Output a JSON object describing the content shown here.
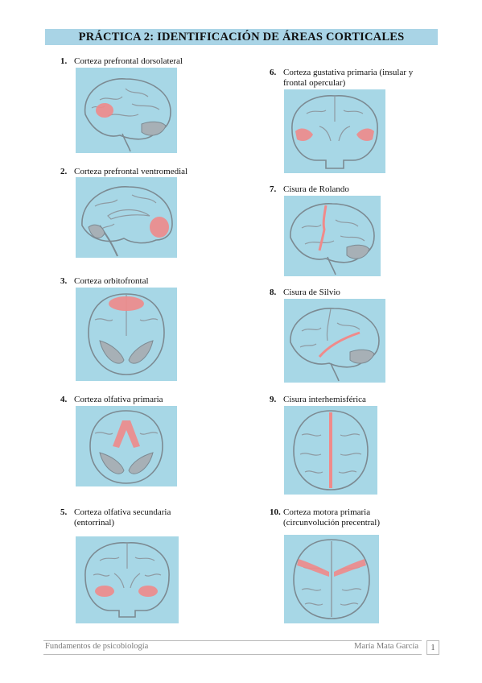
{
  "title": "PRÁCTICA 2: IDENTIFICACIÓN DE ÁREAS CORTICALES",
  "items": [
    {
      "num": "1.",
      "line1": "Corteza prefrontal dorsolateral",
      "line2": "",
      "figure": "lateral-brain-prefrontal"
    },
    {
      "num": "2.",
      "line1": "Corteza prefrontal ventromedial",
      "line2": "",
      "figure": "medial-brain-ventromedial"
    },
    {
      "num": "3.",
      "line1": "Corteza orbitofrontal",
      "line2": "",
      "figure": "ventral-brain-orbitofrontal"
    },
    {
      "num": "4.",
      "line1": "Corteza olfativa primaria",
      "line2": "",
      "figure": "ventral-brain-olfactory"
    },
    {
      "num": "5.",
      "line1": "Corteza olfativa secundaria",
      "line2": "(entorrinal)",
      "figure": "coronal-brain-entorhinal"
    },
    {
      "num": "6.",
      "line1": "Corteza gustativa primaria (insular y",
      "line2": "frontal opercular)",
      "figure": "coronal-brain-insular"
    },
    {
      "num": "7.",
      "line1": "Cisura de Rolando",
      "line2": "",
      "figure": "lateral-brain-rolando"
    },
    {
      "num": "8.",
      "line1": "Cisura de Silvio",
      "line2": "",
      "figure": "lateral-brain-silvio"
    },
    {
      "num": "9.",
      "line1": "Cisura interhemisférica",
      "line2": "",
      "figure": "dorsal-brain-interhemispheric"
    },
    {
      "num": "10.",
      "line1": "Corteza motora primaria",
      "line2": "(circunvolución precentral)",
      "figure": "dorsal-brain-motor"
    }
  ],
  "footer": {
    "left": "Fundamentos de psicobiología",
    "right": "María Mata García",
    "page": "1"
  },
  "colors": {
    "title_bar": "#a9d4e6",
    "figure_bg": "#a7d7e6",
    "highlight": "#f08a8a",
    "outline": "#7c8a92"
  }
}
